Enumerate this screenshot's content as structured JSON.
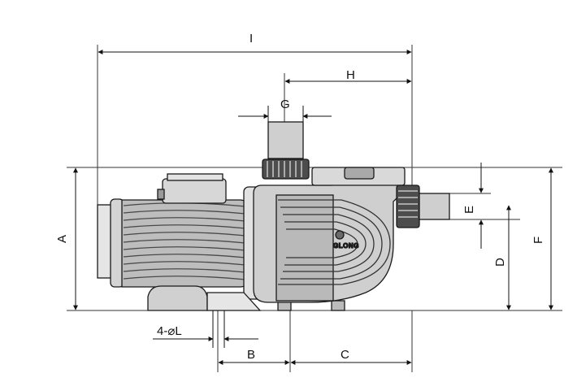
{
  "dimensions": {
    "A": "A",
    "B": "B",
    "C": "C",
    "D": "D",
    "E": "E",
    "F": "F",
    "G": "G",
    "H": "H",
    "I": "I",
    "L": "4-⌀L"
  },
  "logo": {
    "text": "GLONG"
  },
  "colors": {
    "line": "#1a1a1a",
    "body_gray": "#b7b7b7",
    "dark_gray": "#777777"
  }
}
